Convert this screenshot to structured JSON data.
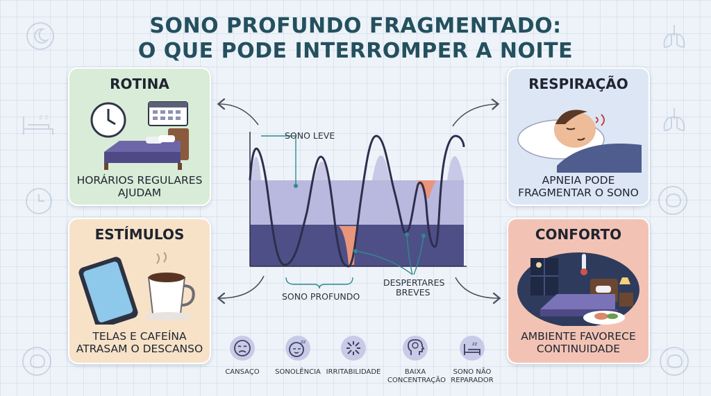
{
  "title": {
    "line1": "SONO PROFUNDO FRAGMENTADO:",
    "line2": "O QUE PODE INTERROMPER A NOITE"
  },
  "colors": {
    "title": "#24505e",
    "rotina_bg": "#d8ecd8",
    "respiracao_bg": "#dde6f4",
    "estimulos_bg": "#f7e2c8",
    "conforto_bg": "#f2c3b4",
    "sono_leve_band": "#b9b8de",
    "sono_profundo_band": "#4e4f86",
    "despertar_highlight": "#e9957c"
  },
  "cards": {
    "rotina": {
      "title": "ROTINA",
      "text1": "HORÁRIOS REGULARES",
      "text2": "AJUDAM"
    },
    "respiracao": {
      "title": "RESPIRAÇÃO",
      "text1": "APNEIA PODE",
      "text2": "FRAGMENTAR O SONO"
    },
    "estimulos": {
      "title": "ESTÍMULOS",
      "text1": "TELAS E CAFEÍNA",
      "text2": "ATRASAM O DESCANSO"
    },
    "conforto": {
      "title": "CONFORTO",
      "text1": "AMBIENTE FAVORECE",
      "text2": "CONTINUIDADE"
    }
  },
  "diagram": {
    "label_sono_leve": "SONO LEVE",
    "label_sono_profundo": "SONO PROFUNDO",
    "label_despertares_1": "DESPERTARES",
    "label_despertares_2": "BREVES"
  },
  "symptoms": [
    {
      "label1": "CANSAÇO",
      "label2": "",
      "icon": "tired-face-icon"
    },
    {
      "label1": "SONOLÊNCIA",
      "label2": "",
      "icon": "sleepy-face-icon"
    },
    {
      "label1": "IRRITABILIDADE",
      "label2": "",
      "icon": "irritability-burst-icon"
    },
    {
      "label1": "BAIXA",
      "label2": "CONCENTRAÇÃO",
      "icon": "brain-head-icon"
    },
    {
      "label1": "SONO NÃO",
      "label2": "REPARADOR",
      "icon": "bed-zz-icon"
    }
  ]
}
